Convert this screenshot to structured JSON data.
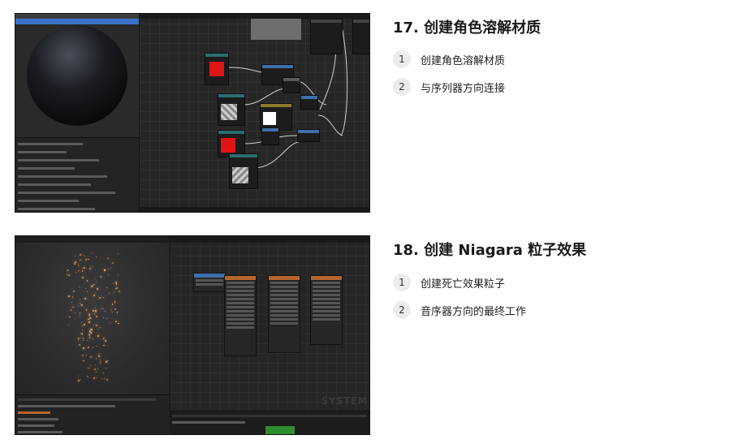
{
  "sections": [
    {
      "title": "17. 创建角色溶解材质",
      "steps": [
        {
          "num": "1",
          "text": "创建角色溶解材质"
        },
        {
          "num": "2",
          "text": "与序列器方向连接"
        }
      ]
    },
    {
      "title": "18. 创建 Niagara 粒子效果",
      "steps": [
        {
          "num": "1",
          "text": "创建死亡效果粒子"
        },
        {
          "num": "2",
          "text": "音序器方向的最终工作"
        }
      ]
    }
  ],
  "niagara_watermark": "SYSTEM",
  "colors": {
    "material_blue_bar": "#3a72c9",
    "node_red": "#e11515",
    "niagara_node_header": "#b8652c",
    "timeline_green": "#2d8f2d",
    "spark": "#ffb070"
  }
}
